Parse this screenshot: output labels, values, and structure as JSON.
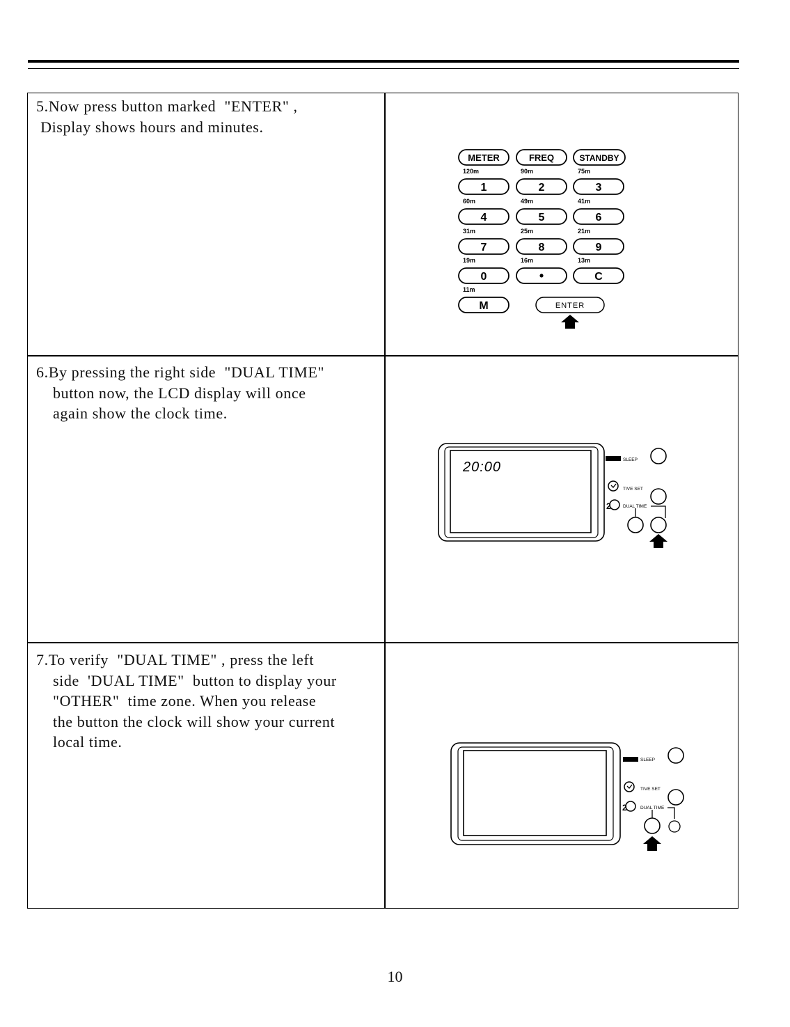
{
  "steps": [
    {
      "number": "5.",
      "lines": [
        "Now press button marked  \"ENTER\" ,",
        " Display shows hours and minutes."
      ]
    },
    {
      "number": "6.",
      "lines": [
        "By pressing the right side  \"DUAL TIME\"",
        "button now, the LCD display will once",
        "again show the clock time."
      ]
    },
    {
      "number": "7.",
      "lines": [
        "To verify  \"DUAL TIME\" , press the left",
        "side  'DUAL TIME\"  button to display your",
        "\"OTHER\"  time zone. When you release",
        "the button the clock will show your current",
        "local time."
      ]
    }
  ],
  "keypad": {
    "top_buttons": [
      "METER",
      "FREQ",
      "STANDBY"
    ],
    "keys": [
      {
        "band": "120m",
        "key": "1"
      },
      {
        "band": "90m",
        "key": "2"
      },
      {
        "band": "75m",
        "key": "3"
      },
      {
        "band": "60m",
        "key": "4"
      },
      {
        "band": "49m",
        "key": "5"
      },
      {
        "band": "41m",
        "key": "6"
      },
      {
        "band": "31m",
        "key": "7"
      },
      {
        "band": "25m",
        "key": "8"
      },
      {
        "band": "21m",
        "key": "9"
      },
      {
        "band": "19m",
        "key": "0"
      },
      {
        "band": "16m",
        "key": "•"
      },
      {
        "band": "13m",
        "key": "C"
      },
      {
        "band": "11m",
        "key": "M"
      }
    ],
    "enter_label": "ENTER"
  },
  "display_panel": {
    "time_readout": "20:00",
    "sleep_label": "SLEEP",
    "time_set_label": "TIVE SET",
    "dual_time_label": "DUAL TIME",
    "dual_icon_digit": "2"
  },
  "page_number": "10"
}
